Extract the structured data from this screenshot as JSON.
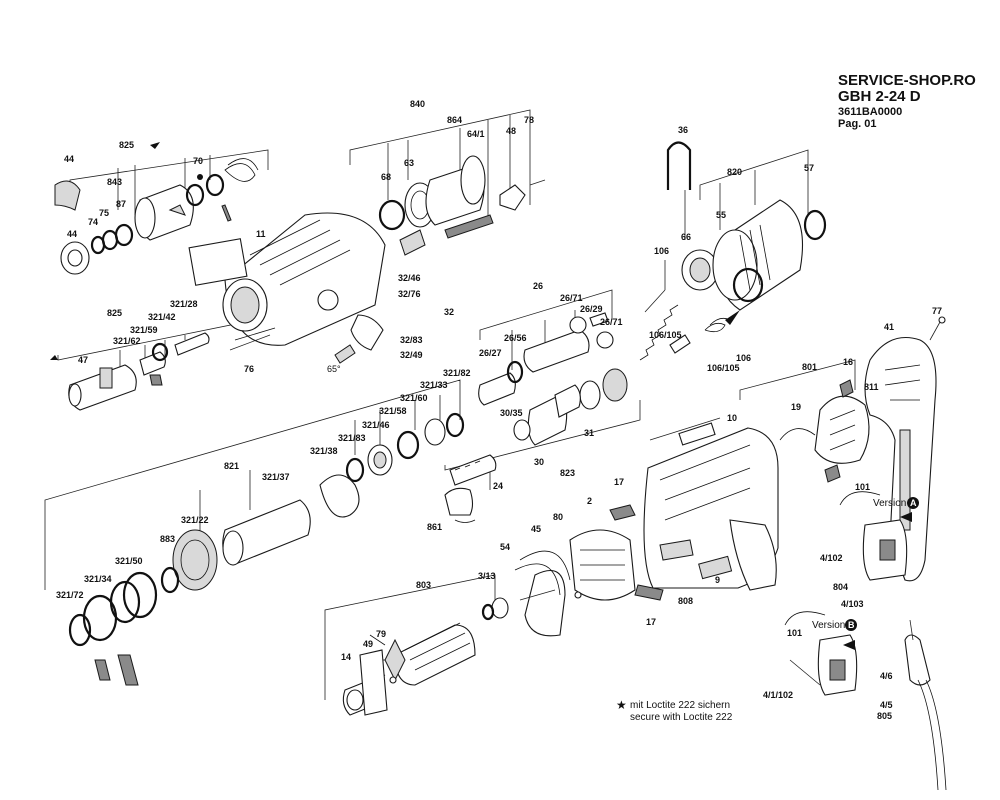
{
  "header": {
    "shop": "SERVICE-SHOP.RO",
    "model": "GBH 2-24 D",
    "part_number": "3611BA0000",
    "page": "Pag. 01"
  },
  "note": {
    "line1": "mit Loctite 222 sichern",
    "line2": "secure with Loctite 222"
  },
  "versions": {
    "a_text": "Version",
    "a_badge": "A",
    "b_text": "Version",
    "b_badge": "B"
  },
  "labels": {
    "l44a": "44",
    "l825a": "825",
    "l843": "843",
    "l70": "70",
    "l75": "75",
    "l87": "87",
    "l74": "74",
    "l44b": "44",
    "l11": "11",
    "l840": "840",
    "l864": "864",
    "l64_1": "64/1",
    "l48": "48",
    "l78": "78",
    "l68": "68",
    "l63": "63",
    "l36": "36",
    "l820": "820",
    "l57": "57",
    "l55": "55",
    "l66": "66",
    "l106a": "106",
    "l106_105a": "106/105",
    "l106b": "106",
    "l106_105b": "106/105",
    "l77": "77",
    "l41": "41",
    "l32_46": "32/46",
    "l32_76": "32/76",
    "l32": "32",
    "l32_83": "32/83",
    "l32_49": "32/49",
    "l65": "65°",
    "l76": "76",
    "l825b": "825",
    "l321_28": "321/28",
    "l321_42": "321/42",
    "l321_59": "321/59",
    "l321_62": "321/62",
    "l47": "47",
    "l26": "26",
    "l26_71a": "26/71",
    "l26_29": "26/29",
    "l26_71b": "26/71",
    "l26_56": "26/56",
    "l26_27": "26/27",
    "l321_82": "321/82",
    "l321_33": "321/33",
    "l321_60": "321/60",
    "l321_58": "321/58",
    "l321_46": "321/46",
    "l321_83": "321/83",
    "l321_38": "321/38",
    "l821": "821",
    "l321_37": "321/37",
    "l30_35": "30/35",
    "l31": "31",
    "l30": "30",
    "l823": "823",
    "l24": "24",
    "l861": "861",
    "l10": "10",
    "l801": "801",
    "l16": "16",
    "l811": "811",
    "l19": "19",
    "l101a": "101",
    "l17a": "17",
    "l2": "2",
    "l80": "80",
    "l45": "45",
    "l54": "54",
    "l883": "883",
    "l321_22": "321/22",
    "l321_50": "321/50",
    "l321_34": "321/34",
    "l321_72": "321/72",
    "l803": "803",
    "l3_13": "3/13",
    "l17b": "17",
    "l808": "808",
    "l9": "9",
    "l4_102": "4/102",
    "l804": "804",
    "l4_103": "4/103",
    "l79": "79",
    "l49": "49",
    "l14": "14",
    "l101b": "101",
    "l4_1_102": "4/1/102",
    "l4_6": "4/6",
    "l4_5": "4/5",
    "l805": "805"
  },
  "colors": {
    "ink": "#111111",
    "shade": "#d9d9d9",
    "dark": "#8a8a8a",
    "paper": "#ffffff"
  }
}
